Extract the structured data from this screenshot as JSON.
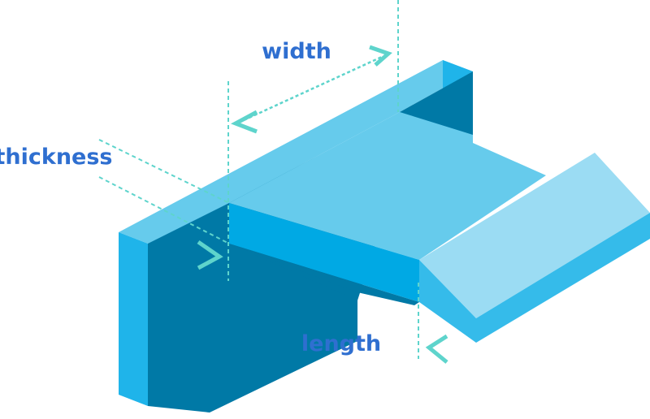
{
  "labels": {
    "width": "width",
    "thickness": "thickness",
    "length": "length"
  },
  "colors": {
    "label_text": "#2f6fd0",
    "dimension_line": "#5ed4cc",
    "top_face": "#66cbec",
    "front_face": "#00a9e4",
    "dark_face": "#0079a6",
    "web_side": "#1fb4ea",
    "flange_slope": "#9bdcf3",
    "flange_side": "#35bbea",
    "highlight": "#8fd8f3"
  }
}
